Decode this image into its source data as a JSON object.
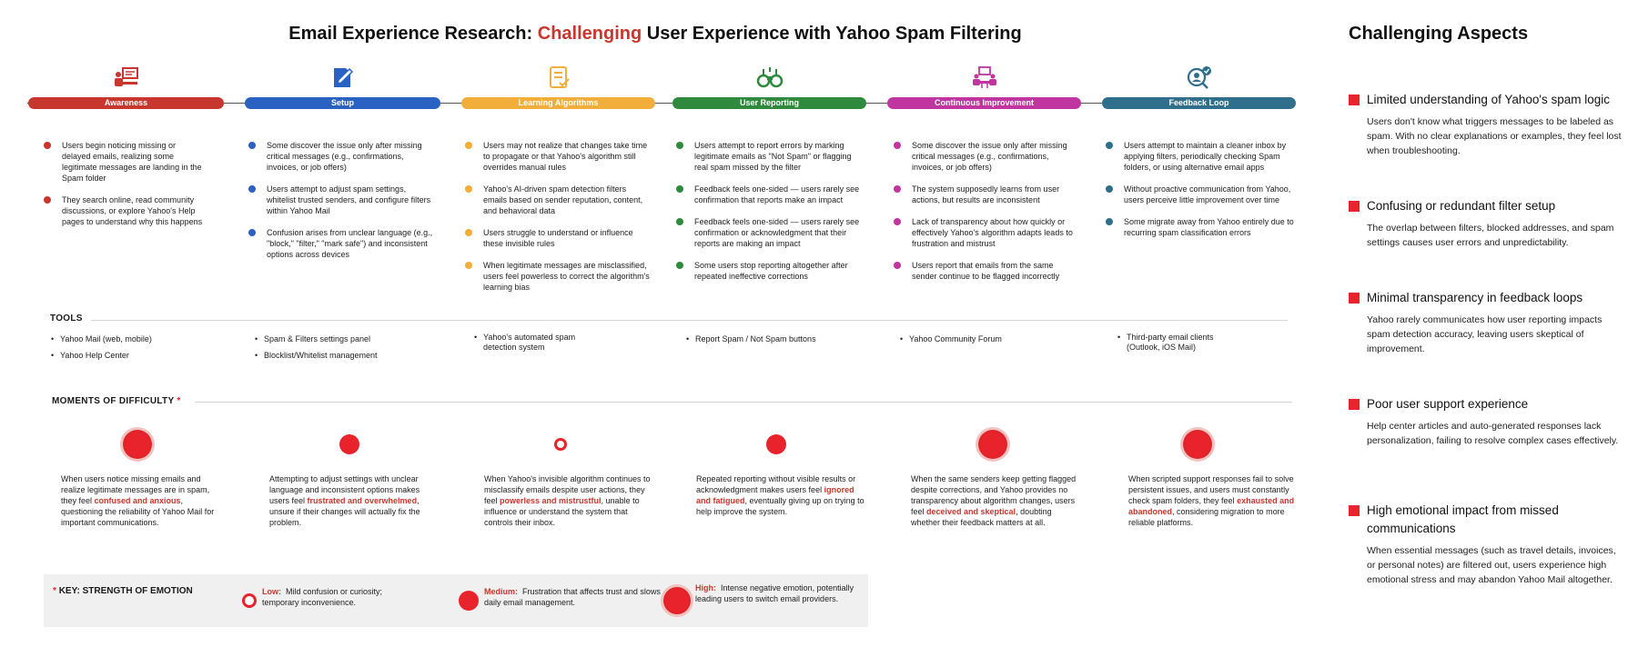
{
  "title": {
    "prefix": "Email Experience Research: ",
    "highlight": "Challenging",
    "suffix": " User Experience with Yahoo Spam Filtering"
  },
  "colors": {
    "awareness": "#c8372d",
    "setup": "#2a62c4",
    "learning": "#f1ae3a",
    "reporting": "#2f8a3e",
    "improvement": "#c0359f",
    "feedback": "#2f6f8c",
    "emotion_red": "#e8232b"
  },
  "stages": [
    {
      "label": "Awareness",
      "icon": "presentation-board-icon",
      "points": [
        "Users begin noticing missing or delayed emails, realizing some legitimate messages are landing in the Spam folder",
        "They search online, read community discussions, or explore Yahoo's Help pages to understand why this happens"
      ]
    },
    {
      "label": "Setup",
      "icon": "edit-document-icon",
      "points": [
        "Some discover the issue only after missing critical messages (e.g., confirmations, invoices, or job offers)",
        "Users attempt to adjust spam settings, whitelist trusted senders, and configure filters within Yahoo Mail",
        "Confusion arises from unclear language (e.g., \"block,\" \"filter,\" \"mark safe\") and inconsistent options across devices"
      ]
    },
    {
      "label": "Learning Algorithms",
      "icon": "checklist-document-icon",
      "points": [
        "Users may not realize that changes take time to propagate or that Yahoo's algorithm still overrides manual rules",
        "Yahoo's AI-driven spam detection filters emails based on sender reputation, content, and behavioral data",
        "Users struggle to understand or influence these invisible rules",
        "When legitimate messages are misclassified, users feel powerless to correct the algorithm's learning bias"
      ]
    },
    {
      "label": "User Reporting",
      "icon": "binoculars-icon",
      "points": [
        "Users attempt to report errors by marking legitimate emails as \"Not Spam\" or flagging real spam missed by the filter",
        "Feedback feels one-sided — users rarely see confirmation that reports make an impact",
        "Feedback feels one-sided — users rarely see confirmation or acknowledgment that their reports are making an impact",
        "Some users stop reporting altogether after repeated ineffective corrections"
      ]
    },
    {
      "label": "Continuous Improvement",
      "icon": "team-meeting-icon",
      "points": [
        "Some discover the issue only after missing critical messages (e.g., confirmations, invoices, or job offers)",
        "The system supposedly learns from user actions, but results are inconsistent",
        "Lack of transparency about how quickly or effectively Yahoo's algorithm adapts leads to frustration and mistrust",
        "Users report that emails from the same sender continue to be flagged incorrectly"
      ]
    },
    {
      "label": "Feedback Loop",
      "icon": "user-search-check-icon",
      "points": [
        "Users attempt to maintain a cleaner inbox by applying filters, periodically checking Spam folders, or using alternative email apps",
        "Without proactive communication from Yahoo, users perceive little improvement over time",
        "Some migrate away from Yahoo entirely due to recurring spam classification errors"
      ]
    }
  ],
  "tools": {
    "label": "TOOLS",
    "columns": [
      [
        "Yahoo Mail (web, mobile)",
        "Yahoo Help Center"
      ],
      [
        "Spam & Filters settings panel",
        "Blocklist/Whitelist management"
      ],
      [
        "Yahoo's automated spam detection system"
      ],
      [
        "Report Spam / Not Spam buttons"
      ],
      [
        "Yahoo Community Forum"
      ],
      [
        "Third-party email clients (Outlook, iOS Mail)"
      ]
    ]
  },
  "moments": {
    "label": "MOMENTS OF DIFFICULTY",
    "asterisk": "*",
    "items": [
      {
        "strength": "high",
        "before": "When users notice missing emails and realize legitimate messages are in spam, they feel ",
        "emotion": "confused and anxious",
        "after": ", questioning the reliability of Yahoo Mail for important communications."
      },
      {
        "strength": "medium",
        "before": "Attempting to adjust settings with unclear language and inconsistent options makes users feel ",
        "emotion": "frustrated and overwhelmed",
        "after": ", unsure if their changes will actually fix the problem."
      },
      {
        "strength": "low",
        "before": "When Yahoo's invisible algorithm continues to misclassify emails despite user actions, they feel ",
        "emotion": "powerless and mistrustful",
        "after": ", unable to influence or understand the system that controls their inbox."
      },
      {
        "strength": "medium",
        "before": "Repeated reporting without visible results or acknowledgment makes users feel ",
        "emotion": "ignored and fatigued",
        "after": ", eventually giving up on trying to help improve the system."
      },
      {
        "strength": "high",
        "before": "When the same senders keep getting flagged despite corrections, and Yahoo provides no transparency about algorithm changes, users feel ",
        "emotion": "deceived and skeptical",
        "after": ", doubting whether their feedback matters at all."
      },
      {
        "strength": "high",
        "before": "When scripted support responses fail to solve persistent issues, and users must constantly check spam folders, they feel ",
        "emotion": "exhausted and abandoned",
        "after": ", considering migration to more reliable platforms."
      }
    ]
  },
  "key": {
    "asterisk": "*",
    "title": "KEY: STRENGTH OF EMOTION",
    "low_label": "Low:",
    "low_text": "Mild confusion or curiosity; temporary inconvenience.",
    "medium_label": "Medium:",
    "medium_text": "Frustration that affects trust and slows daily email management.",
    "high_label": "High:",
    "high_text": "Intense negative emotion, potentially leading users to switch email providers."
  },
  "aspects": {
    "title": "Challenging Aspects",
    "items": [
      {
        "heading": "Limited understanding of Yahoo's spam logic",
        "body": "Users don't know what triggers messages to be labeled as spam. With no clear explanations or examples, they feel lost when troubleshooting."
      },
      {
        "heading": "Confusing or redundant filter setup",
        "body": "The overlap between filters, blocked addresses, and spam settings causes user errors and unpredictability."
      },
      {
        "heading": "Minimal transparency in feedback loops",
        "body": "Yahoo rarely communicates how user reporting impacts spam detection accuracy, leaving users skeptical of improvement."
      },
      {
        "heading": "Poor user support experience",
        "body": "Help center articles and auto-generated responses lack personalization, failing to resolve complex cases effectively."
      },
      {
        "heading": "High emotional impact from missed communications",
        "body": "When essential messages (such as travel details, invoices, or personal notes) are filtered out, users experience high emotional stress and may abandon Yahoo Mail altogether."
      }
    ]
  }
}
